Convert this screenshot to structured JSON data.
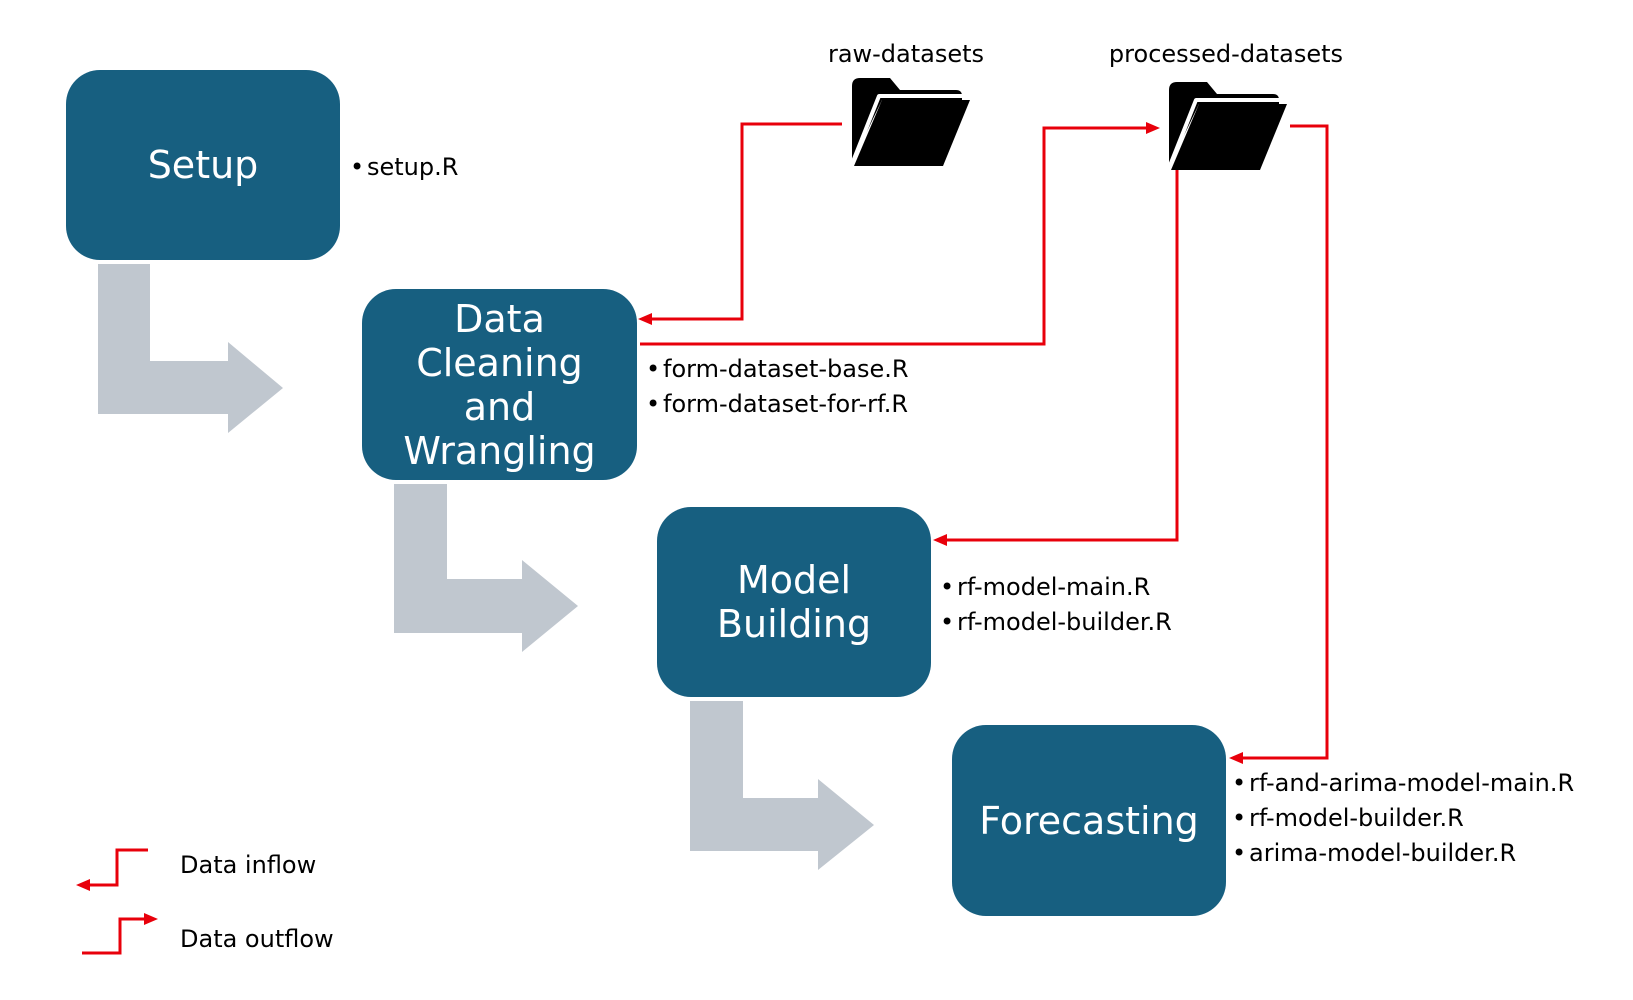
{
  "stages": [
    {
      "id": "setup",
      "title": "Setup",
      "files": [
        "setup.R"
      ]
    },
    {
      "id": "cleaning",
      "title": "Data Cleaning and Wrangling",
      "files": [
        "form-dataset-base.R",
        "form-dataset-for-rf.R"
      ]
    },
    {
      "id": "model",
      "title": "Model Building",
      "files": [
        "rf-model-main.R",
        "rf-model-builder.R"
      ]
    },
    {
      "id": "forecast",
      "title": "Forecasting",
      "files": [
        "rf-and-arima-model-main.R",
        "rf-model-builder.R",
        "arima-model-builder.R"
      ]
    }
  ],
  "folders": {
    "raw": {
      "label": "raw-datasets",
      "icon": "folder-icon"
    },
    "processed": {
      "label": "processed-datasets",
      "icon": "folder-icon"
    }
  },
  "legend": {
    "inflow_label": "Data inflow",
    "outflow_label": "Data outflow"
  },
  "colors": {
    "stage_fill": "#175f80",
    "stage_text": "#ffffff",
    "flow_arrow": "#c0c7cf",
    "data_line": "#e8000b",
    "folder": "#000000"
  }
}
